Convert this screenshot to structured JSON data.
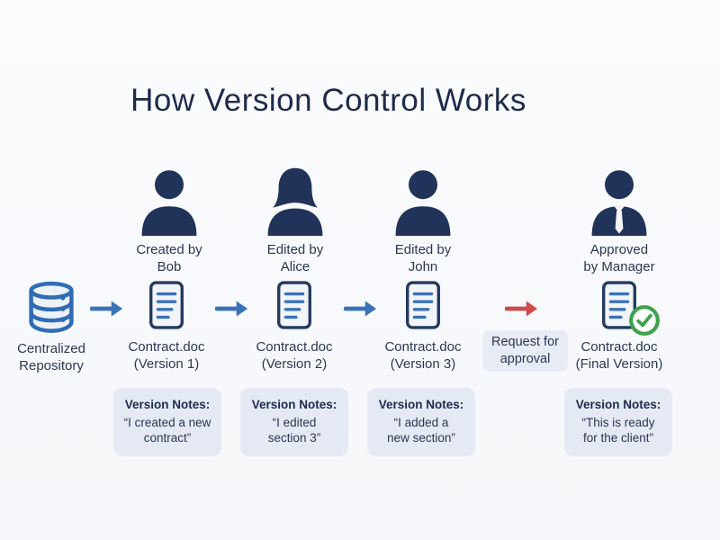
{
  "title": "How Version Control Works",
  "repository": {
    "label_line1": "Centralized",
    "label_line2": "Repository"
  },
  "steps": [
    {
      "who_line1": "Created by",
      "who_line2": "Bob",
      "person": "male",
      "doc_line1": "Contract.doc",
      "doc_line2": "(Version 1)",
      "note_title": "Version Notes:",
      "note_line1": "“I created a new",
      "note_line2": "contract”"
    },
    {
      "who_line1": "Edited by",
      "who_line2": "Alice",
      "person": "female",
      "doc_line1": "Contract.doc",
      "doc_line2": "(Version 2)",
      "note_title": "Version Notes:",
      "note_line1": "“I edited",
      "note_line2": "section 3”"
    },
    {
      "who_line1": "Edited by",
      "who_line2": "John",
      "person": "male",
      "doc_line1": "Contract.doc",
      "doc_line2": "(Version 3)",
      "note_title": "Version Notes:",
      "note_line1": "“I added a",
      "note_line2": "new section”"
    },
    {
      "who_line1": "Approved",
      "who_line2": "by Manager",
      "person": "male-tie",
      "doc_line1": "Contract.doc",
      "doc_line2": "(Final Version)",
      "note_title": "Version Notes:",
      "note_line1": "“This is ready",
      "note_line2": "for the client”"
    }
  ],
  "approval": {
    "line1": "Request for",
    "line2": "approval"
  },
  "colors": {
    "navy": "#22335a",
    "title_navy": "#1e2a4a",
    "blue": "#3a72b8",
    "db_blue": "#2f6cb3",
    "doc_border": "#24395e",
    "doc_fill": "#f1f5fa",
    "red": "#cc4b4c",
    "green": "#3da14d",
    "note_bg": "#e4e9f3",
    "label": "#2b3854"
  }
}
